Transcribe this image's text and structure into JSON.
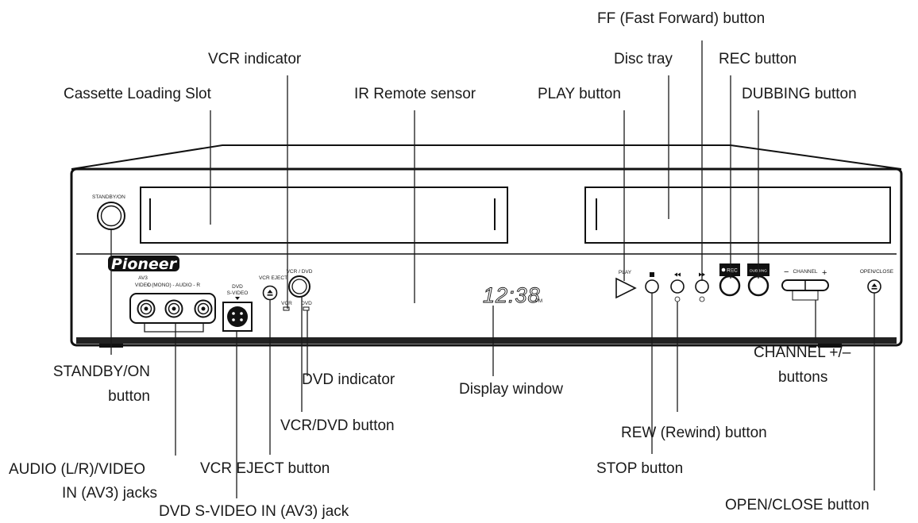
{
  "labels": {
    "ff_button": "FF (Fast Forward) button",
    "vcr_indicator": "VCR indicator",
    "disc_tray": "Disc tray",
    "rec_button": "REC button",
    "cassette_slot": "Cassette Loading Slot",
    "ir_sensor": "IR Remote sensor",
    "play_button": "PLAY button",
    "dubbing_button": "DUBBING button",
    "standby_button": [
      "STANDBY/ON",
      "button"
    ],
    "dvd_indicator": "DVD indicator",
    "display_window": "Display window",
    "channel_buttons": [
      "CHANNEL +/–",
      "buttons"
    ],
    "vcr_dvd_button": "VCR/DVD button",
    "rew_button": "REW (Rewind) button",
    "audio_video_jacks": [
      "AUDIO (L/R)/VIDEO",
      "IN (AV3) jacks"
    ],
    "vcr_eject_button": "VCR EJECT button",
    "stop_button": "STOP button",
    "dvd_svideo_jack": "DVD S-VIDEO IN (AV3) jack",
    "open_close_button": "OPEN/CLOSE button"
  },
  "panel": {
    "brand": "Pioneer",
    "standby_on": "STANDBY/ON",
    "av3": "AV3",
    "video": "VIDEO",
    "audio_lr": "L (MONO) - AUDIO - R",
    "dvd_svideo": [
      "DVD",
      "S-VIDEO"
    ],
    "vcr_eject": "VCR EJECT",
    "vcr_dvd": "VCR / DVD",
    "vcr": "VCR",
    "dvd": "DVD",
    "clock": "12:38",
    "pm": "PM",
    "play": "PLAY",
    "rec": "REC",
    "dubbing": "DUBBING",
    "channel": "CHANNEL",
    "open_close": "OPEN/CLOSE"
  }
}
